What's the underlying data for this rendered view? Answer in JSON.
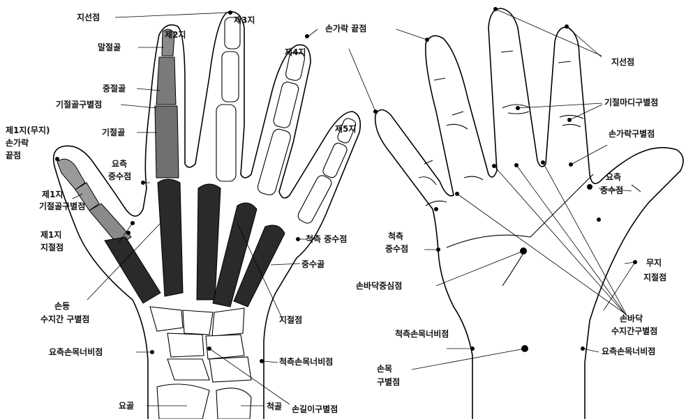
{
  "left": {
    "fingers": {
      "thumb": "제1지(무지)",
      "second": "제2지",
      "third": "제3지",
      "fourth": "제4지",
      "fifth": "제5지"
    },
    "labels": {
      "jiseonjeom": "지선점",
      "distal_phalanx": "말절골",
      "middle_phalanx": "중절골",
      "proximal_boundary": "기절골구별점",
      "proximal_phalanx": "기절골",
      "finger_tip_a": "손가락",
      "finger_tip_b": "끝점",
      "radial_metacarpal_a": "요측",
      "radial_metacarpal_b": "중수점",
      "thumb_proximal_a": "제1지",
      "thumb_proximal_b": "기절골구별점",
      "thumb_joint_a": "제1지",
      "thumb_joint_b": "지절점",
      "dorsum_a": "손등",
      "dorsum_b": "수지간 구별점",
      "radial_wrist": "요측손목너비점",
      "radius": "요골",
      "ulna": "척골",
      "hand_length": "손길이구별점",
      "ulnar_wrist": "척측손목너비점",
      "joint_point": "지절점",
      "metacarpal": "중수골",
      "ulnar_metacarpal": "척측 중수점",
      "fingertip_point": "손가락 끝점"
    }
  },
  "right": {
    "labels": {
      "jiseonjeom": "지선점",
      "crease_boundary": "기절마디구별점",
      "finger_boundary": "손가락구별점",
      "radial_metacarpal_a": "요측",
      "radial_metacarpal_b": "중수점",
      "ulnar_metacarpal_a": "척측",
      "ulnar_metacarpal_b": "중수점",
      "palm_center": "손바닥중심점",
      "thumb_joint_a": "무지",
      "thumb_joint_b": "지절점",
      "palm_interdigital_a": "손바닥",
      "palm_interdigital_b": "수지간구별점",
      "ulnar_wrist": "척측손목너비점",
      "radial_wrist": "요측손목너비점",
      "wrist_a": "손목",
      "wrist_b": "구별점"
    }
  },
  "colors": {
    "line": "#000000",
    "distal_bone": "#8a8a8a",
    "middle_bone": "#707070",
    "metacarpal_dark": "#2a2a2a",
    "thumb_bone": "#9a9a9a"
  }
}
